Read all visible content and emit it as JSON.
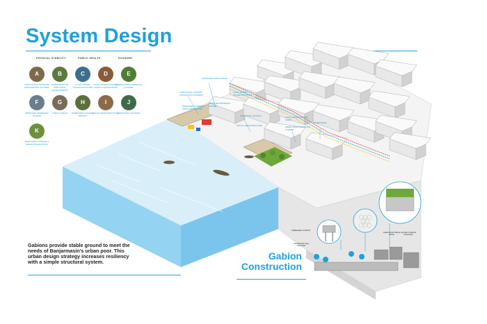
{
  "title": "System Design",
  "legend": {
    "columns": [
      "PHYSICAL STABILITY",
      "PUBLIC HEALTH",
      "ECONOMY"
    ],
    "items": [
      {
        "letter": "A",
        "caption": "STRUCTURAL SUPPORT FOR EXISTING HOUSING",
        "color": "#7c6a4a"
      },
      {
        "letter": "B",
        "caption": "SUPPORTS FOR ADDITIONAL DEVELOPMENT",
        "color": "#5b7a3c"
      },
      {
        "letter": "C",
        "caption": "LOCAL WATER COLLECTION POINT",
        "color": "#3f6e8c"
      },
      {
        "letter": "D",
        "caption": "LOCAL WATER HOLDING TANKS & WATER MAINS",
        "color": "#8a5a3a"
      },
      {
        "letter": "E",
        "caption": "GREEN ROOFS PRODUCE & WATER",
        "color": "#4f7d36"
      },
      {
        "letter": "F",
        "caption": "IMPROVED WATERWAY ACCESS",
        "color": "#6a7d8c"
      },
      {
        "letter": "G",
        "caption": "PUBLIC SPACE",
        "color": "#7a6a5a"
      },
      {
        "letter": "H",
        "caption": "INCREASED HOUSING DENSITY",
        "color": "#5c6f3f"
      },
      {
        "letter": "I",
        "caption": "SOCIAL INFRASTRUCTURE",
        "color": "#8c6a48"
      },
      {
        "letter": "J",
        "caption": "ADDITIONAL HOUSING",
        "color": "#3e6a48"
      },
      {
        "letter": "K",
        "caption": "ENHANCED TOURISM & RETAIL PRODUCTION",
        "color": "#6f8f3a"
      }
    ]
  },
  "body_text": "Gabions provide stable ground to meet the needs of Banjarmasin's urban poor. This urban design strategy increases resiliency with a simple structural system.",
  "gabion_title": "Gabion Construction",
  "labels": {
    "l1": "STRUCTURAL SUPPORT FOR EXISTING HOUSING",
    "l2": "ENHANCED PUBLIC SPACE",
    "l3": "IMPROVED WATERWAY ACCESS",
    "l4": "ADDITIONAL HOUSING",
    "l5": "LOCAL WATER COLLECTION POINT",
    "l6": "SOCIAL INFRASTRUCTURE",
    "l7": "GREEN ROOFS PRODUCE & WATER",
    "l8": "WATER MAINS",
    "l9": "LOCAL WATER HOLDING TANKS",
    "l10": "ENHANCED TOURISM & RETAIL PRODUCTION"
  },
  "detail_labels": {
    "d1": "EMBEDDED CONDUIT",
    "d2": "IRONWOOD PILE SUPPORT",
    "d3": "GABION MATTRESS BASE",
    "d4": "SOCKET GABION STACKING"
  },
  "colors": {
    "accent": "#1ea0dc",
    "water": "#a8d8f0",
    "water_deep": "#6ec0ea",
    "building": "#f2f2f2",
    "building_shade": "#cfcfcf"
  }
}
